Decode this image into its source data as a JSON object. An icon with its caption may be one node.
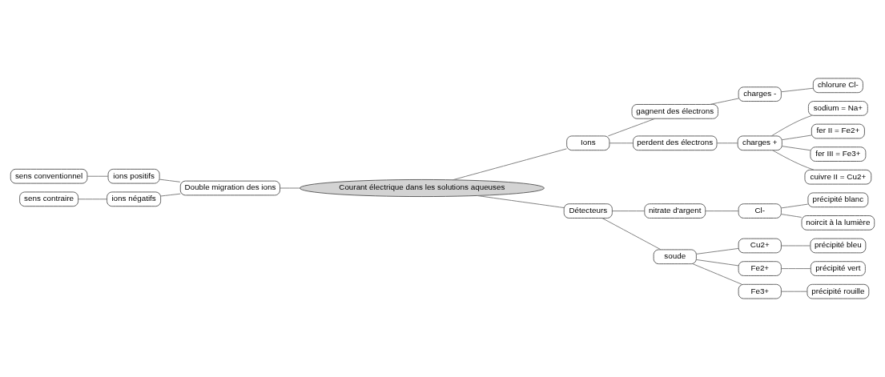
{
  "diagram": {
    "nodes": [
      {
        "text": [
          "Courant électrique dans les solutions aqueuses"
        ]
      },
      {
        "text": [
          "Double migration des ions"
        ]
      },
      {
        "text": [
          "ions positifs"
        ]
      },
      {
        "text": [
          "sens conventionnel"
        ]
      },
      {
        "text": [
          "ions négatifs"
        ]
      },
      {
        "text": [
          "sens contraire"
        ]
      },
      {
        "text": [
          "Ions"
        ]
      },
      {
        "text": [
          "gagnent des électrons"
        ]
      },
      {
        "text": [
          "charges -"
        ]
      },
      {
        "text": [
          "chlorure Cl-"
        ]
      },
      {
        "text": [
          "perdent des électrons"
        ]
      },
      {
        "text": [
          "charges +"
        ]
      },
      {
        "text": [
          "sodium = Na+"
        ]
      },
      {
        "text": [
          "fer II = Fe2+"
        ]
      },
      {
        "text": [
          "fer III = Fe3+"
        ]
      },
      {
        "text": [
          "cuivre II = Cu2+"
        ]
      },
      {
        "text": [
          "Détecteurs"
        ]
      },
      {
        "text": [
          "nitrate d'argent"
        ]
      },
      {
        "text": [
          "Cl-"
        ]
      },
      {
        "text": [
          "précipité blanc"
        ]
      },
      {
        "text": [
          "noircit à la lumière"
        ]
      },
      {
        "text": [
          "soude"
        ]
      },
      {
        "text": [
          "Cu2+"
        ]
      },
      {
        "text": [
          "précipité bleu"
        ]
      },
      {
        "text": [
          "Fe2+"
        ]
      },
      {
        "text": [
          "précipité vert"
        ]
      },
      {
        "text": [
          "Fe3+"
        ]
      },
      {
        "text": [
          "précipité rouille"
        ]
      }
    ],
    "edges": [
      {
        "from": 0,
        "to": 1,
        "arrow": "none"
      },
      {
        "from": 1,
        "to": 2,
        "arrow": "none"
      },
      {
        "from": 2,
        "to": 3,
        "arrow": "none"
      },
      {
        "from": 1,
        "to": 4,
        "arrow": "none"
      },
      {
        "from": 4,
        "to": 5,
        "arrow": "none"
      },
      {
        "from": 0,
        "to": 6,
        "arrow": "none"
      },
      {
        "from": 6,
        "to": 7,
        "arrow": "none"
      },
      {
        "from": 7,
        "to": 8,
        "arrow": "none"
      },
      {
        "from": 8,
        "to": 9,
        "arrow": "none"
      },
      {
        "from": 6,
        "to": 10,
        "arrow": "none"
      },
      {
        "from": 10,
        "to": 11,
        "arrow": "none"
      },
      {
        "from": 11,
        "to": 12,
        "arrow": "none"
      },
      {
        "from": 11,
        "to": 13,
        "arrow": "none"
      },
      {
        "from": 11,
        "to": 14,
        "arrow": "none"
      },
      {
        "from": 11,
        "to": 15,
        "arrow": "none"
      },
      {
        "from": 0,
        "to": 16,
        "arrow": "none"
      },
      {
        "from": 16,
        "to": 17,
        "arrow": "none"
      },
      {
        "from": 17,
        "to": 18,
        "arrow": "none"
      },
      {
        "from": 18,
        "to": 19,
        "arrow": "none"
      },
      {
        "from": 18,
        "to": 20,
        "arrow": "none"
      },
      {
        "from": 16,
        "to": 21,
        "arrow": "none"
      },
      {
        "from": 21,
        "to": 22,
        "arrow": "none"
      },
      {
        "from": 22,
        "to": 23,
        "arrow": "none"
      },
      {
        "from": 21,
        "to": 24,
        "arrow": "none"
      },
      {
        "from": 24,
        "to": 25,
        "arrow": "none"
      },
      {
        "from": 21,
        "to": 26,
        "arrow": "none"
      },
      {
        "from": 26,
        "to": 27,
        "arrow": "none"
      }
    ]
  }
}
